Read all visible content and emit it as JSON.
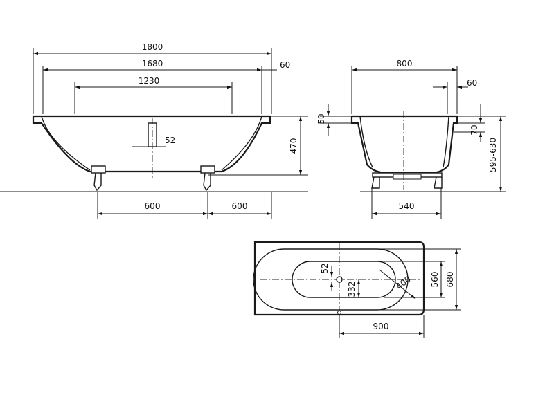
{
  "side_view": {
    "dim_total_length": "1800",
    "dim_inner_length": "1680",
    "dim_rim": "60",
    "dim_bottom_length": "1230",
    "dim_drain": "52",
    "dim_height": "470",
    "dim_leg_left": "600",
    "dim_leg_right": "600"
  },
  "end_view": {
    "dim_width": "800",
    "dim_rim_width": "60",
    "dim_rim_thickness": "50",
    "dim_rim_depth": "70",
    "dim_total_height": "595-630",
    "dim_leg_span": "540"
  },
  "top_view": {
    "dim_drain": "52",
    "dim_drain_offset": "332",
    "dim_radius": "400",
    "dim_inner_width": "560",
    "dim_outer_width": "680",
    "dim_center_length": "900"
  }
}
